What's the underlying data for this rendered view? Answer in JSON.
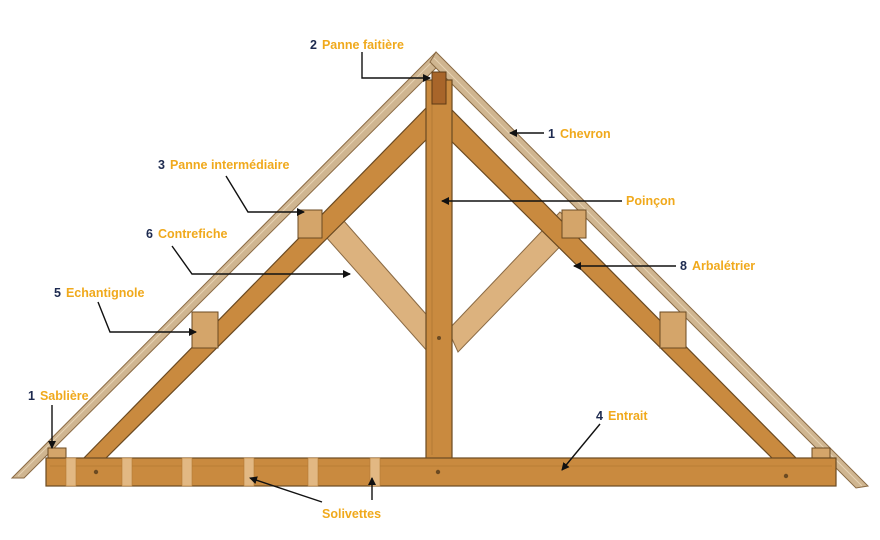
{
  "labels": {
    "chevron": {
      "number": "1",
      "text": "Chevron"
    },
    "panne_faitiere": {
      "number": "2",
      "text": "Panne faitière"
    },
    "panne_inter": {
      "number": "3",
      "text": "Panne intermédiaire"
    },
    "poincon": {
      "number": "",
      "text": "Poinçon"
    },
    "contrefiche": {
      "number": "6",
      "text": "Contrefiche"
    },
    "arbaletrier": {
      "number": "8",
      "text": "Arbalétrier"
    },
    "echantignole": {
      "number": "5",
      "text": "Echantignole"
    },
    "sabliere": {
      "number": "1",
      "text": "Sablière"
    },
    "entrait": {
      "number": "4",
      "text": "Entrait"
    },
    "solivettes": {
      "number": "",
      "text": "Solivettes"
    }
  },
  "colors": {
    "label_number": "#1d2a4f",
    "label_text": "#f0a91c",
    "timber": "#c98a3f",
    "timber_light": "#dcb27e",
    "chevron": "#cfb590",
    "outline": "#6b4a22"
  }
}
